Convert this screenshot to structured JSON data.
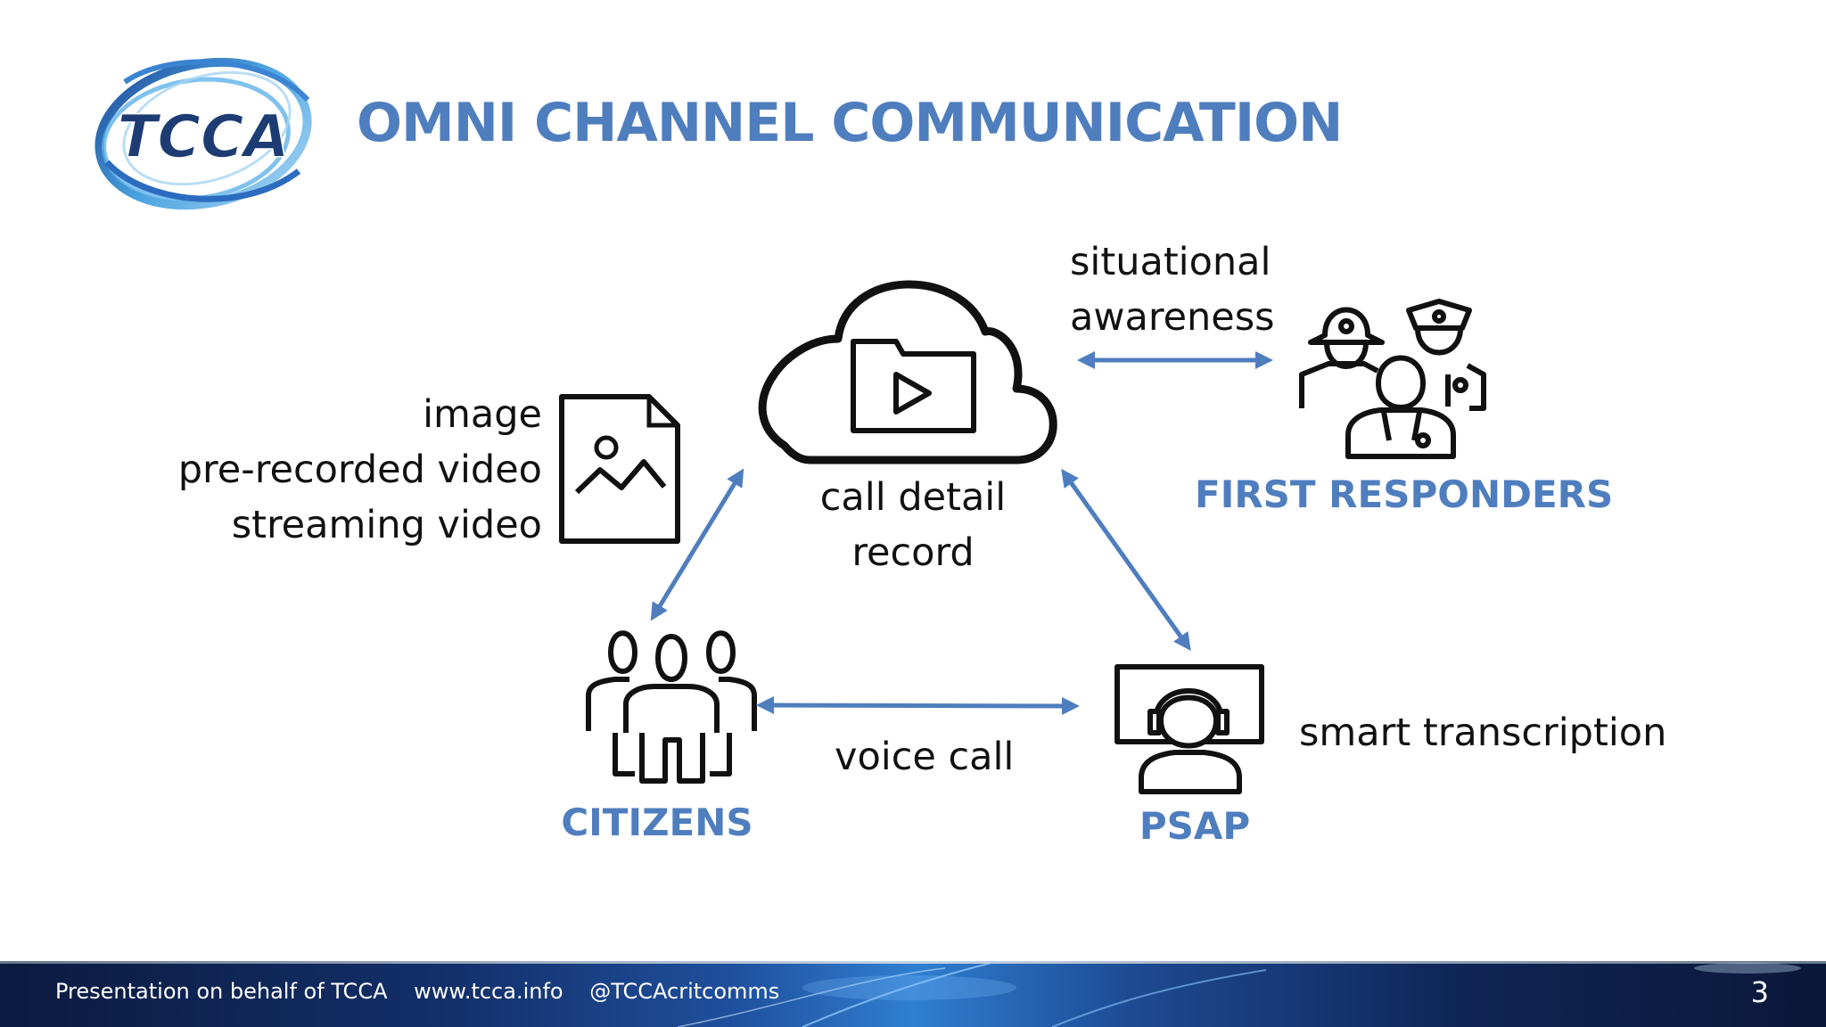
{
  "slide": {
    "title": "OMNI CHANNEL COMMUNICATION",
    "logo_text": "TCCA",
    "accent_color": "#4f7ebe"
  },
  "diagram": {
    "cloud": {
      "label_line1": "call detail",
      "label_line2": "record",
      "icon": "cloud-video-folder-icon"
    },
    "media": {
      "line1": "image",
      "line2": "pre-recorded video",
      "line3": "streaming video",
      "icon": "image-document-icon"
    },
    "first_responders": {
      "label": "FIRST RESPONDERS",
      "caption_line1": "situational",
      "caption_line2": "awareness",
      "icon": "first-responders-icon"
    },
    "citizens": {
      "label": "CITIZENS",
      "icon": "citizens-group-icon"
    },
    "psap": {
      "label": "PSAP",
      "caption": "smart transcription",
      "icon": "operator-headset-icon"
    },
    "voice_call": "voice call"
  },
  "footer": {
    "presenter": "Presentation on behalf of TCCA",
    "website": "www.tcca.info",
    "handle": "@TCCAcritcomms",
    "page_number": "3"
  }
}
